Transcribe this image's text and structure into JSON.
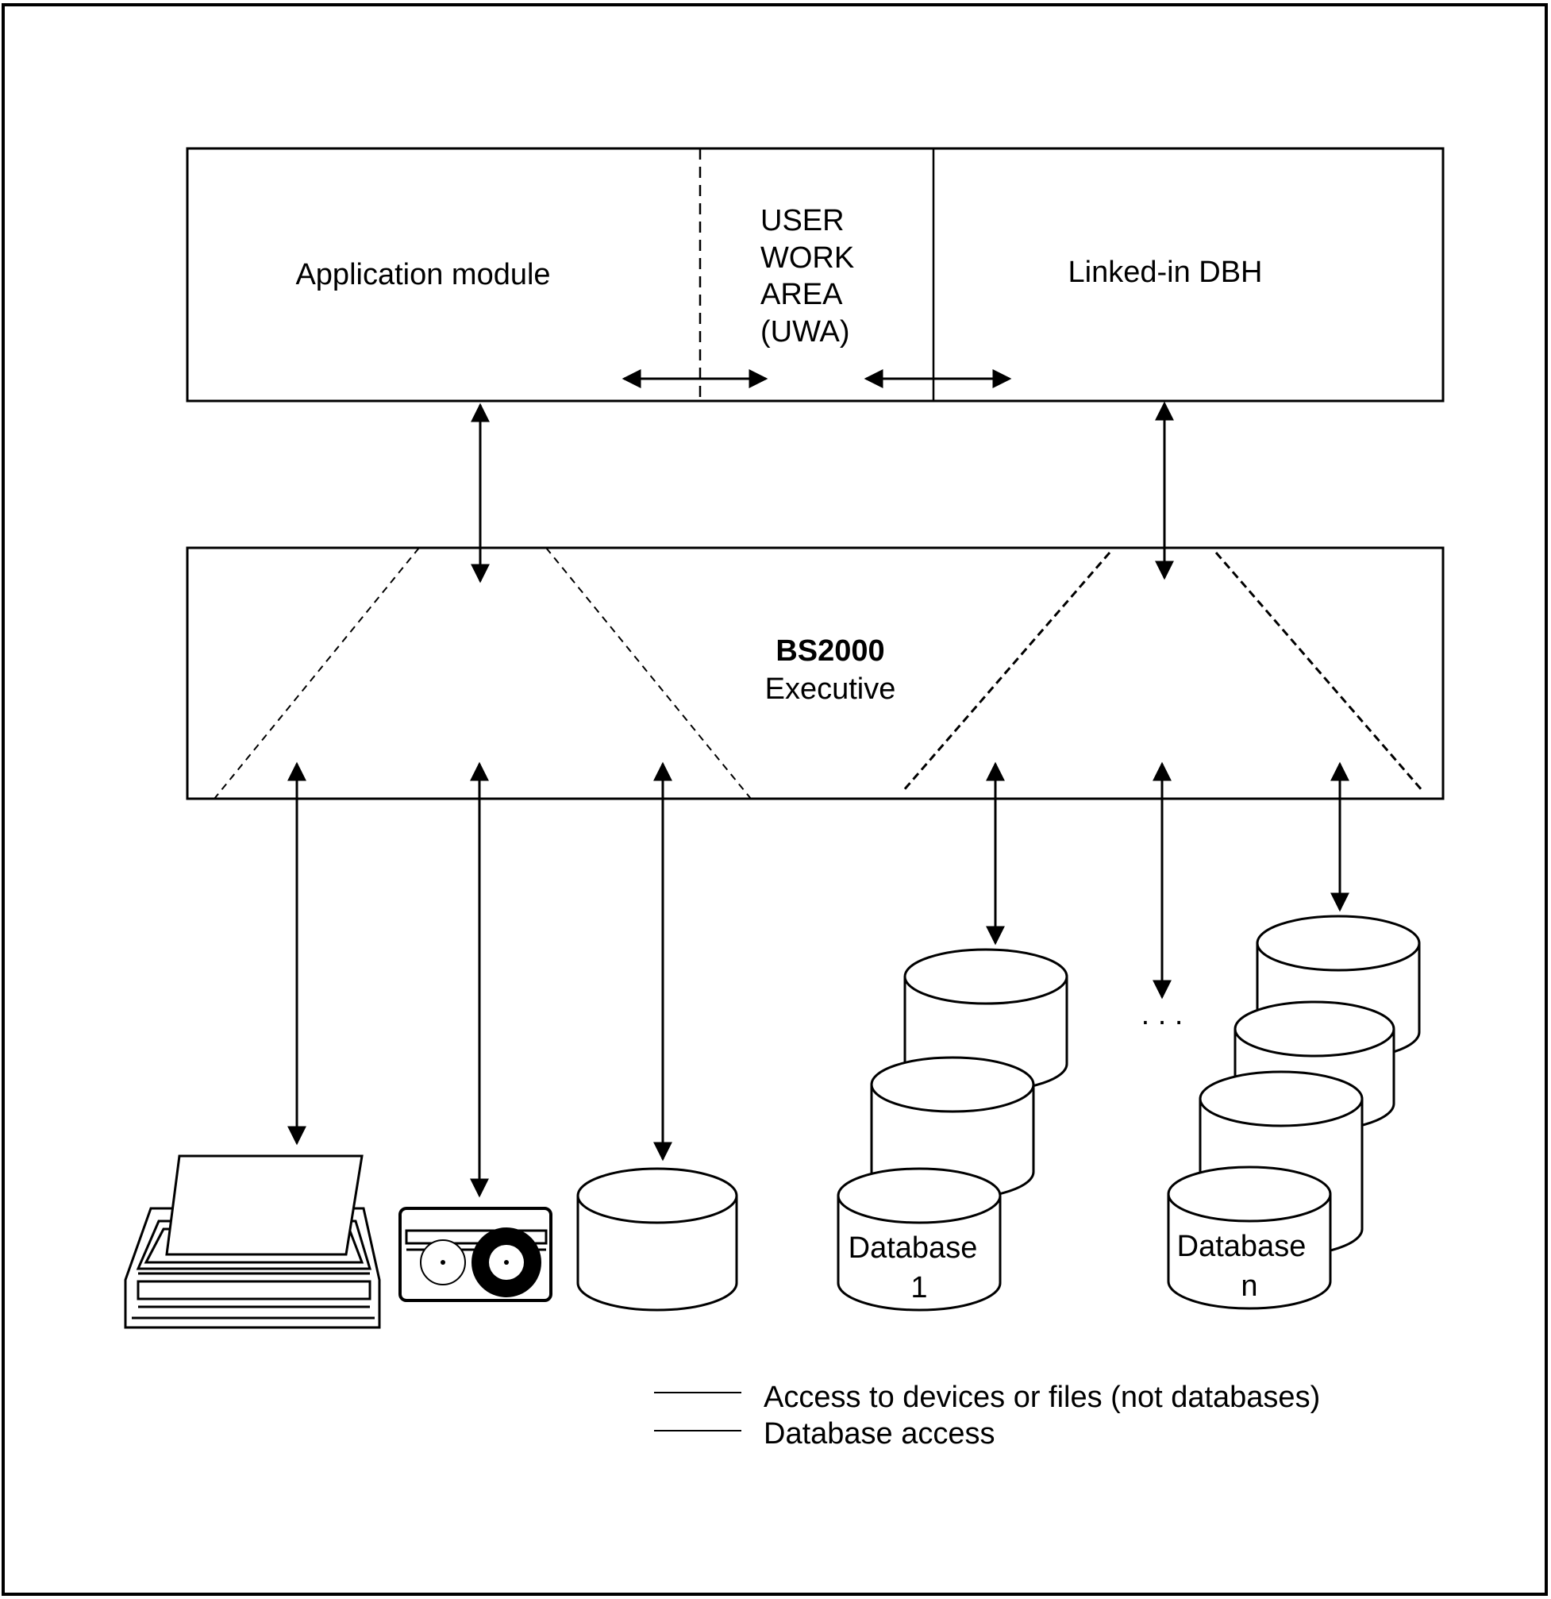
{
  "top_box": {
    "application_module": "Application module",
    "uwa_lines": [
      "USER",
      "WORK",
      "AREA",
      "(UWA)"
    ],
    "linked_in_dbh": "Linked-in DBH"
  },
  "executive_box": {
    "title": "BS2000",
    "subtitle": "Executive"
  },
  "devices": {
    "printer_icon": "printer-icon",
    "tape_icon": "tape-cassette-icon",
    "disk_icon": "disk-cylinder-icon"
  },
  "databases": [
    {
      "line1": "Database",
      "line2": "1"
    },
    {
      "line1": "Database",
      "line2": "n"
    }
  ],
  "ellipsis": ". . .",
  "legend": [
    {
      "label": "Access to devices or files (not databases)"
    },
    {
      "label": "Database access"
    }
  ],
  "colors": {
    "line": "#000000",
    "background": "#ffffff"
  }
}
